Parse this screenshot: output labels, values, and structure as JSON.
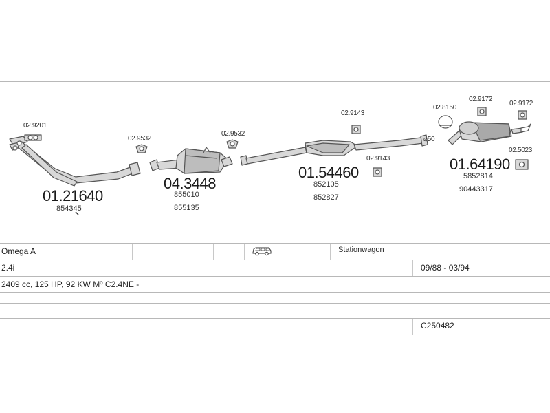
{
  "parts": {
    "front_pipe": {
      "number": "01.21640",
      "oem": [
        "854345"
      ]
    },
    "catalyst": {
      "number": "04.3448",
      "oem": [
        "855010",
        "855135"
      ]
    },
    "middle_silencer": {
      "number": "01.54460",
      "oem": [
        "852105",
        "852827"
      ]
    },
    "rear_silencer": {
      "number": "01.64190",
      "oem": [
        "5852814",
        "90443317"
      ]
    }
  },
  "fittings": {
    "f1": "02.9201",
    "f2": "02.9532",
    "f3": "02.9532",
    "f4": "02.9143",
    "f5": "02.9143",
    "f6": "02.8150",
    "f7": "02.9172",
    "f8": "02.9172",
    "f9": "02.5023"
  },
  "pipe_diameter": "⌀50",
  "vehicle": {
    "model": "Omega A",
    "body_type": "Stationwagon",
    "body_icon": "station-wagon-car-icon",
    "engine": "2.4i",
    "production": "09/88 - 03/94",
    "spec": "2409 cc, 125 HP, 92 KW Mº C2.4NE -",
    "kit_code": "C250482"
  },
  "colors": {
    "line": "#555555",
    "fill": "#d8d8d8",
    "fill_dark": "#a9a9a9",
    "rule": "#b8b8b8"
  }
}
